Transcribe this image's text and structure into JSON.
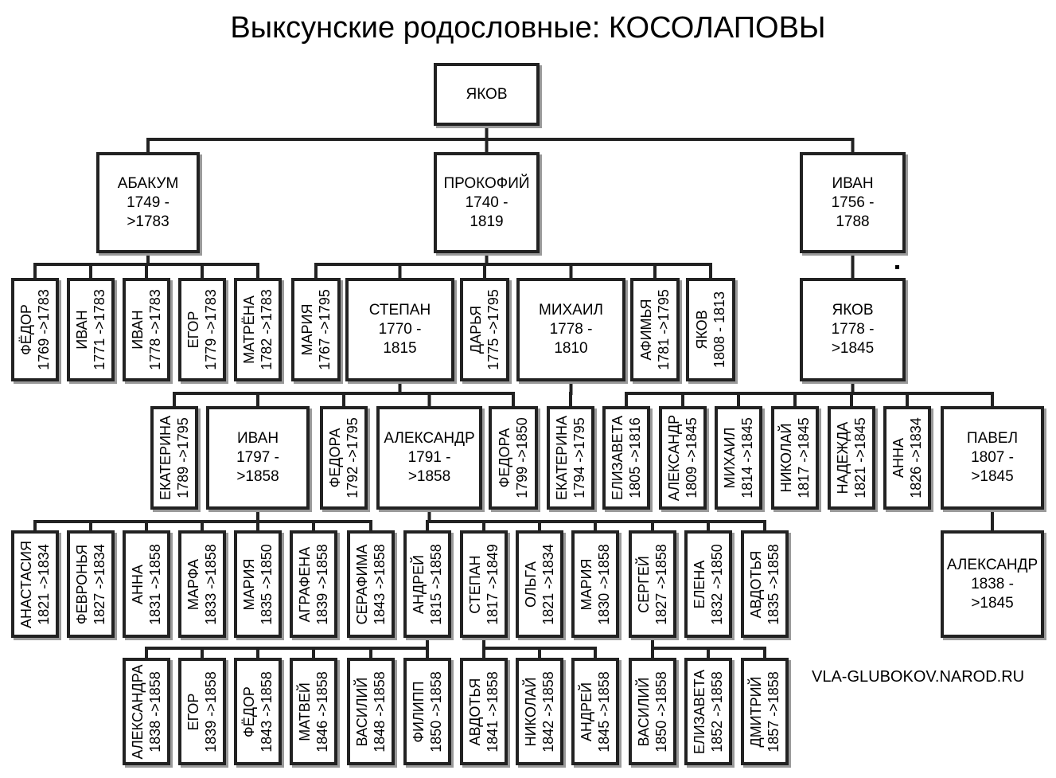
{
  "title": "Выксунские родословные: КОСОЛАПОВЫ",
  "credit": "VLA-GLUBOKOV.NAROD.RU",
  "nodes": {
    "root": {
      "lines": [
        "ЯКОВ"
      ]
    },
    "abakum": {
      "lines": [
        "АБАКУМ",
        "1749 -",
        ">1783"
      ]
    },
    "prokofiy": {
      "lines": [
        "ПРОКОФИЙ",
        "1740 -",
        "1819"
      ]
    },
    "ivan1756": {
      "lines": [
        "ИВАН",
        "1756 -",
        "1788"
      ]
    },
    "fedor1769": {
      "lines": [
        "ФЁДОР",
        "1769 ->1783"
      ]
    },
    "ivan1771": {
      "lines": [
        "ИВАН",
        "1771 ->1783"
      ]
    },
    "ivan1778": {
      "lines": [
        "ИВАН",
        "1778 ->1783"
      ]
    },
    "egor1779": {
      "lines": [
        "ЕГОР",
        "1779 ->1783"
      ]
    },
    "matrena1782": {
      "lines": [
        "МАТРЁНА",
        "1782 ->1783"
      ]
    },
    "maria1767": {
      "lines": [
        "МАРИЯ",
        "1767 ->1795"
      ]
    },
    "stepan1770": {
      "lines": [
        "СТЕПАН",
        "1770 -",
        "1815"
      ]
    },
    "darya1775": {
      "lines": [
        "ДАРЬЯ",
        "1775 ->1795"
      ]
    },
    "mikhail1778": {
      "lines": [
        "МИХАИЛ",
        "1778 -",
        "1810"
      ]
    },
    "afimya1781": {
      "lines": [
        "АФИМЬЯ",
        "1781 ->1795"
      ]
    },
    "yakov1808": {
      "lines": [
        "ЯКОВ",
        "1808 - 1813"
      ]
    },
    "yakov1778": {
      "lines": [
        "ЯКОВ",
        "1778 -",
        ">1845"
      ]
    },
    "ekaterina1789": {
      "lines": [
        "ЕКАТЕРИНА",
        "1789 ->1795"
      ]
    },
    "ivan1797": {
      "lines": [
        "ИВАН",
        "1797 -",
        ">1858"
      ]
    },
    "fedora1792": {
      "lines": [
        "ФЕДОРА",
        "1792 ->1795"
      ]
    },
    "aleksandr1791": {
      "lines": [
        "АЛЕКСАНДР",
        "1791 -",
        ">1858"
      ]
    },
    "fedora1799": {
      "lines": [
        "ФЕДОРА",
        "1799 ->1850"
      ]
    },
    "ekaterina1794": {
      "lines": [
        "ЕКАТЕРИНА",
        "1794 ->1795"
      ]
    },
    "elizaveta1805": {
      "lines": [
        "ЕЛИЗАВЕТА",
        "1805 ->1816"
      ]
    },
    "aleksandr1809": {
      "lines": [
        "АЛЕКСАНДР",
        "1809 ->1845"
      ]
    },
    "mikhail1814": {
      "lines": [
        "МИХАИЛ",
        "1814 ->1845"
      ]
    },
    "nikolay1817": {
      "lines": [
        "НИКОЛАЙ",
        "1817 ->1845"
      ]
    },
    "nadezhda1821": {
      "lines": [
        "НАДЕЖДА",
        "1821 ->1845"
      ]
    },
    "anna1826": {
      "lines": [
        "АННА",
        "1826 ->1834"
      ]
    },
    "pavel1807": {
      "lines": [
        "ПАВЕЛ",
        "1807 -",
        ">1845"
      ]
    },
    "anastasia1821": {
      "lines": [
        "АНАСТАСИЯ",
        "1821 ->1834"
      ]
    },
    "fevronya1827": {
      "lines": [
        "ФЕВРОНЬЯ",
        "1827 ->1834"
      ]
    },
    "anna1831": {
      "lines": [
        "АННА",
        "1831 ->1858"
      ]
    },
    "marfa1833": {
      "lines": [
        "МАРФА",
        "1833 ->1858"
      ]
    },
    "maria1835": {
      "lines": [
        "МАРИЯ",
        "1835 ->1850"
      ]
    },
    "agrafena1839": {
      "lines": [
        "АГРАФЕНА",
        "1839 ->1858"
      ]
    },
    "serafima1843": {
      "lines": [
        "СЕРАФИМА",
        "1843 ->1858"
      ]
    },
    "andrey1815": {
      "lines": [
        "АНДРЕЙ",
        "1815 ->1858"
      ]
    },
    "stepan1817": {
      "lines": [
        "СТЕПАН",
        "1817 ->1849"
      ]
    },
    "olga1821": {
      "lines": [
        "ОЛЬГА",
        "1821 ->1834"
      ]
    },
    "maria1830": {
      "lines": [
        "МАРИЯ",
        "1830 ->1858"
      ]
    },
    "sergey1827": {
      "lines": [
        "СЕРГЕЙ",
        "1827 ->1858"
      ]
    },
    "elena1832": {
      "lines": [
        "ЕЛЕНА",
        "1832 ->1850"
      ]
    },
    "avdotya1835": {
      "lines": [
        "АВДОТЬЯ",
        "1835 ->1858"
      ]
    },
    "aleksandr1838b": {
      "lines": [
        "АЛЕКСАНДР",
        "1838 -",
        ">1845"
      ]
    },
    "aleksandra1838": {
      "lines": [
        "АЛЕКСАНДРА",
        "1838 ->1858"
      ]
    },
    "egor1839": {
      "lines": [
        "ЕГОР",
        "1839 ->1858"
      ]
    },
    "fedor1843": {
      "lines": [
        "ФЁДОР",
        "1843 ->1858"
      ]
    },
    "matvey1846": {
      "lines": [
        "МАТВЕЙ",
        "1846 ->1858"
      ]
    },
    "vasiliy1848": {
      "lines": [
        "ВАСИЛИЙ",
        "1848 ->1858"
      ]
    },
    "filipp1850": {
      "lines": [
        "ФИЛИПП",
        "1850 ->1858"
      ]
    },
    "avdotya1841": {
      "lines": [
        "АВДОТЬЯ",
        "1841 ->1858"
      ]
    },
    "nikolay1842": {
      "lines": [
        "НИКОЛАЙ",
        "1842 ->1858"
      ]
    },
    "andrey1845": {
      "lines": [
        "АНДРЕЙ",
        "1845 ->1858"
      ]
    },
    "vasiliy1850": {
      "lines": [
        "ВАСИЛИЙ",
        "1850 ->1858"
      ]
    },
    "elizaveta1852": {
      "lines": [
        "ЕЛИЗАВЕТА",
        "1852 ->1858"
      ]
    },
    "dmitriy1857": {
      "lines": [
        "ДМИТРИЙ",
        "1857 ->1858"
      ]
    }
  }
}
